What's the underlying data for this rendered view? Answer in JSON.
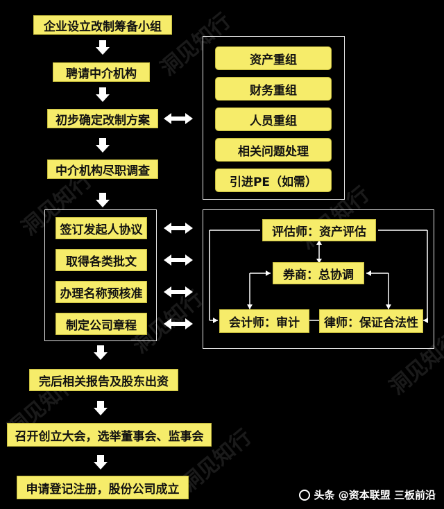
{
  "main_flow": [
    "企业设立改制筹备小组",
    "聘请中介机构",
    "初步确定改制方案",
    "中介机构尽职调查"
  ],
  "restructure_items": [
    "资产重组",
    "财务重组",
    "人员重组",
    "相关问题处理",
    "引进PE（如需）"
  ],
  "legal_steps": [
    "签订发起人协议",
    "取得各类批文",
    "办理名称预核准",
    "制定公司章程"
  ],
  "intermediaries": {
    "appraiser": "评估师：资产评估",
    "broker": "券商：总协调",
    "accountant": "会计师：审计",
    "lawyer": "律师：保证合法性"
  },
  "final_flow": [
    "完后相关报告及股东出资",
    "召开创立大会，选举董事会、监事会",
    "申请登记注册，股份公司成立"
  ],
  "watermark": "洞见知行",
  "credit": "头条 @资本联盟 三板前沿"
}
